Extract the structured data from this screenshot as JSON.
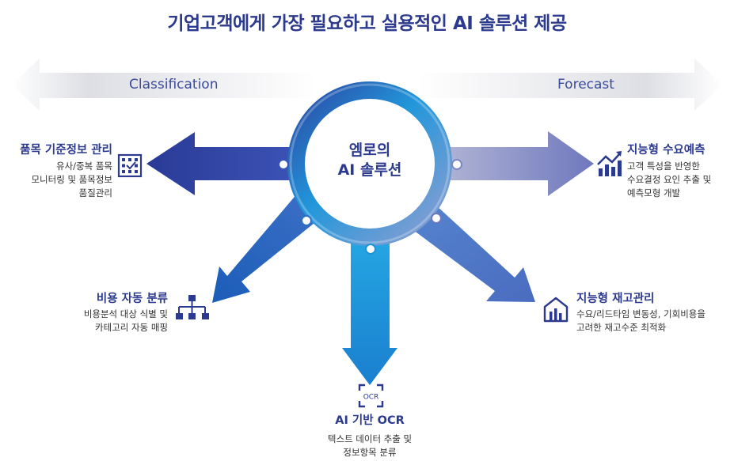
{
  "title": "기업고객에게 가장 필요하고 실용적인 AI 솔루션 제공",
  "bands": {
    "left": "Classification",
    "right": "Forecast"
  },
  "center": {
    "label": "엠로의\nAI 솔루션"
  },
  "features": {
    "item_master": {
      "title": "품목 기준정보 관리",
      "desc": "유사/중복 품목\n모니터링 및 품목정보\n품질관리",
      "icon": "grid-check-icon"
    },
    "cost_classification": {
      "title": "비용 자동 분류",
      "desc": "비용분석 대상 식별 및\n카테고리 자동 매핑",
      "icon": "org-chart-icon"
    },
    "ocr": {
      "title": "AI 기반 OCR",
      "desc": "텍스트 데이터 추출 및\n정보항목 분류",
      "icon": "ocr-scan-icon",
      "icon_text": "OCR"
    },
    "demand_forecast": {
      "title": "지능형 수요예측",
      "desc": "고객 특성을 반영한\n수요결정 요인 추출 및\n예측모형 개발",
      "icon": "trend-chart-icon"
    },
    "inventory": {
      "title": "지능형 재고관리",
      "desc": "수요/리드타임 변동성, 기회비용을\n고려한 재고수준 최적화",
      "icon": "warehouse-icon"
    }
  },
  "colors": {
    "title": "#2b3a8f",
    "arrow_dark": "#2e3f9e",
    "arrow_blue": "#1c8fd8",
    "arrow_light": "#8e95c7"
  }
}
